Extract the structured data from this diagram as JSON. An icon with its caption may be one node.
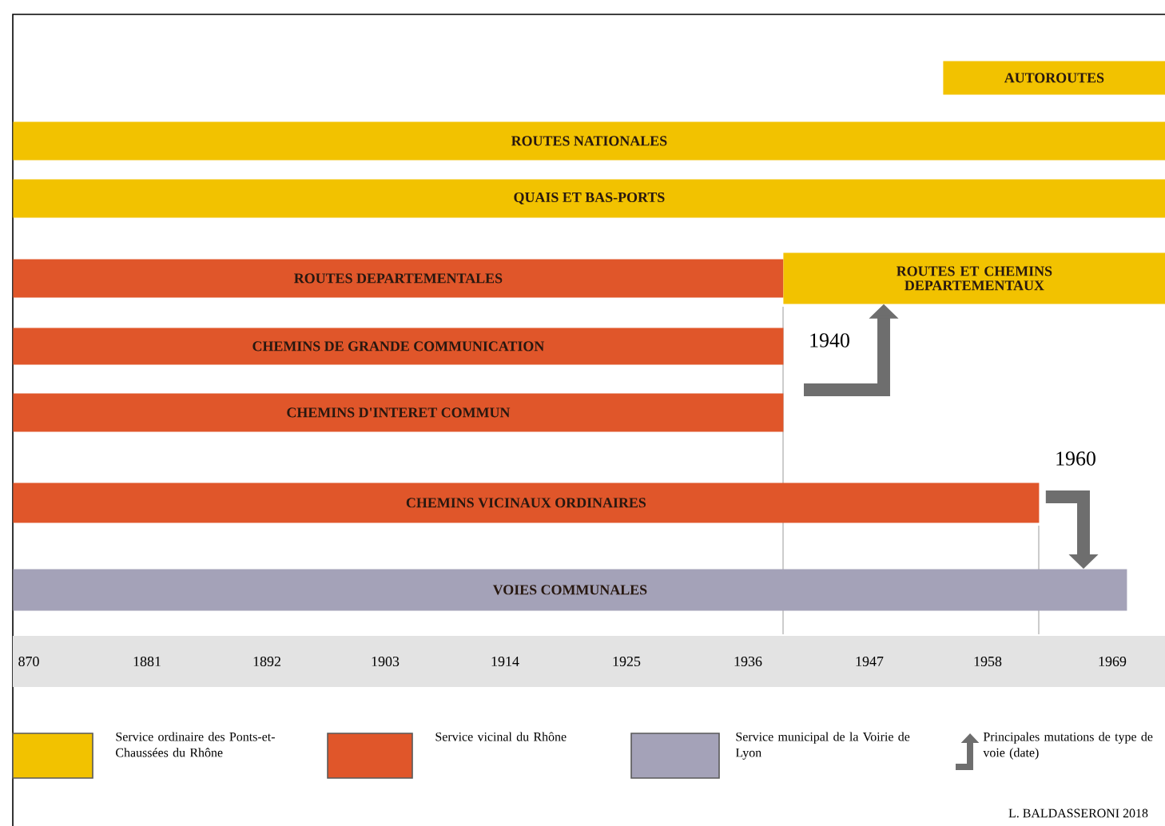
{
  "diagram": {
    "nodes": [
      {
        "text": [
          "AUTOROUTES"
        ]
      },
      {
        "text": [
          "ROUTES NATIONALES"
        ]
      },
      {
        "text": [
          "QUAIS ET BAS-PORTS"
        ]
      },
      {
        "text": [
          "ROUTES DEPARTEMENTALES"
        ]
      },
      {
        "text": [
          "ROUTES ET CHEMINS DEPARTEMENTAUX"
        ]
      },
      {
        "text": [
          "CHEMINS DE GRANDE COMMUNICATION"
        ]
      },
      {
        "text": [
          "CHEMINS D'INTERET COMMUN"
        ]
      },
      {
        "text": [
          "CHEMINS VICINAUX ORDINAIRES"
        ]
      },
      {
        "text": [
          "VOIES COMMUNALES"
        ]
      }
    ],
    "edges": [
      {
        "from": null,
        "to": 4,
        "arrow": "to",
        "label": "1940"
      },
      {
        "from": 7,
        "to": 8,
        "arrow": "to",
        "label": "1960"
      }
    ],
    "labels": [
      "870",
      "1881",
      "1892",
      "1903",
      "1914",
      "1925",
      "1936",
      "1947",
      "1958",
      "1969",
      "L. BALDASSERONI 2018"
    ],
    "legend": [
      {
        "text": "Service ordinaire des Ponts-et-Chaussées du Rhône",
        "color": "#f2c200"
      },
      {
        "text": "Service vicinal du Rhône",
        "color": "#e0562a"
      },
      {
        "text": "Service municipal de la Voirie de Lyon",
        "color": "#a4a2b8"
      },
      {
        "text": "Principales mutations de type de voie (date)"
      }
    ]
  }
}
